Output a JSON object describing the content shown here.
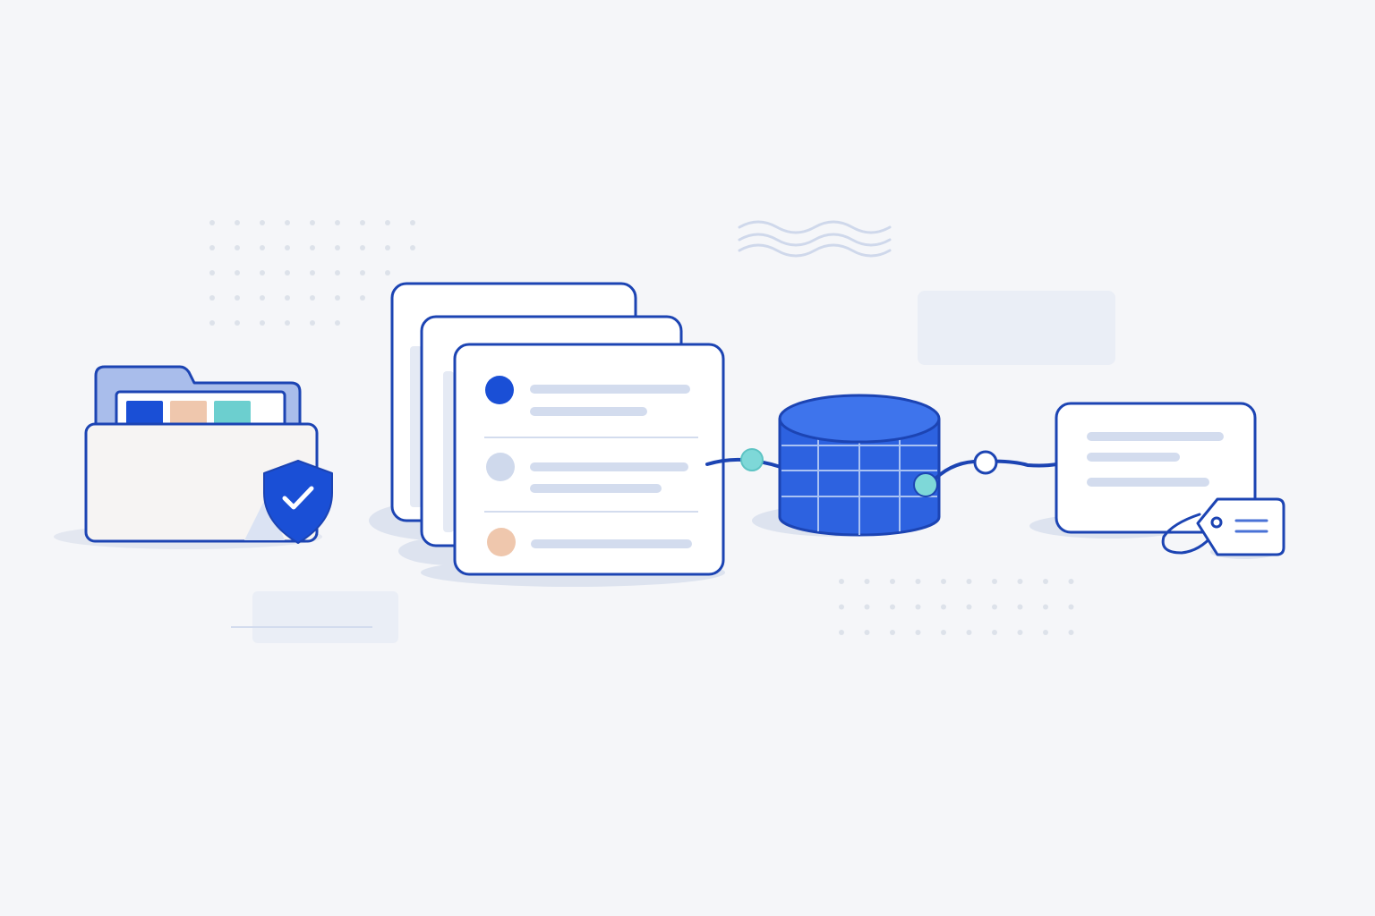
{
  "illustration": {
    "stages": [
      {
        "id": "secure-folder",
        "icons": [
          "folder-icon",
          "shield-check-icon"
        ]
      },
      {
        "id": "document-stack",
        "pages": 3,
        "rows": 3,
        "row_dot_colors": [
          "#1a4fd6",
          "#cfd9ec",
          "#efc7ad"
        ]
      },
      {
        "id": "database",
        "icons": [
          "database-icon"
        ]
      },
      {
        "id": "tagged-record",
        "icons": [
          "tag-icon"
        ]
      }
    ],
    "folder_tab_colors": [
      "#1a4fd6",
      "#efc7ad",
      "#6ccfcf"
    ]
  },
  "colors": {
    "background": "#f5f6f9",
    "outline": "#1c44b3",
    "accent": "#1a4fd6",
    "fill_light": "#ffffff",
    "placeholder_line": "#d3dcee",
    "connector_teal": "#7ed8d8"
  }
}
